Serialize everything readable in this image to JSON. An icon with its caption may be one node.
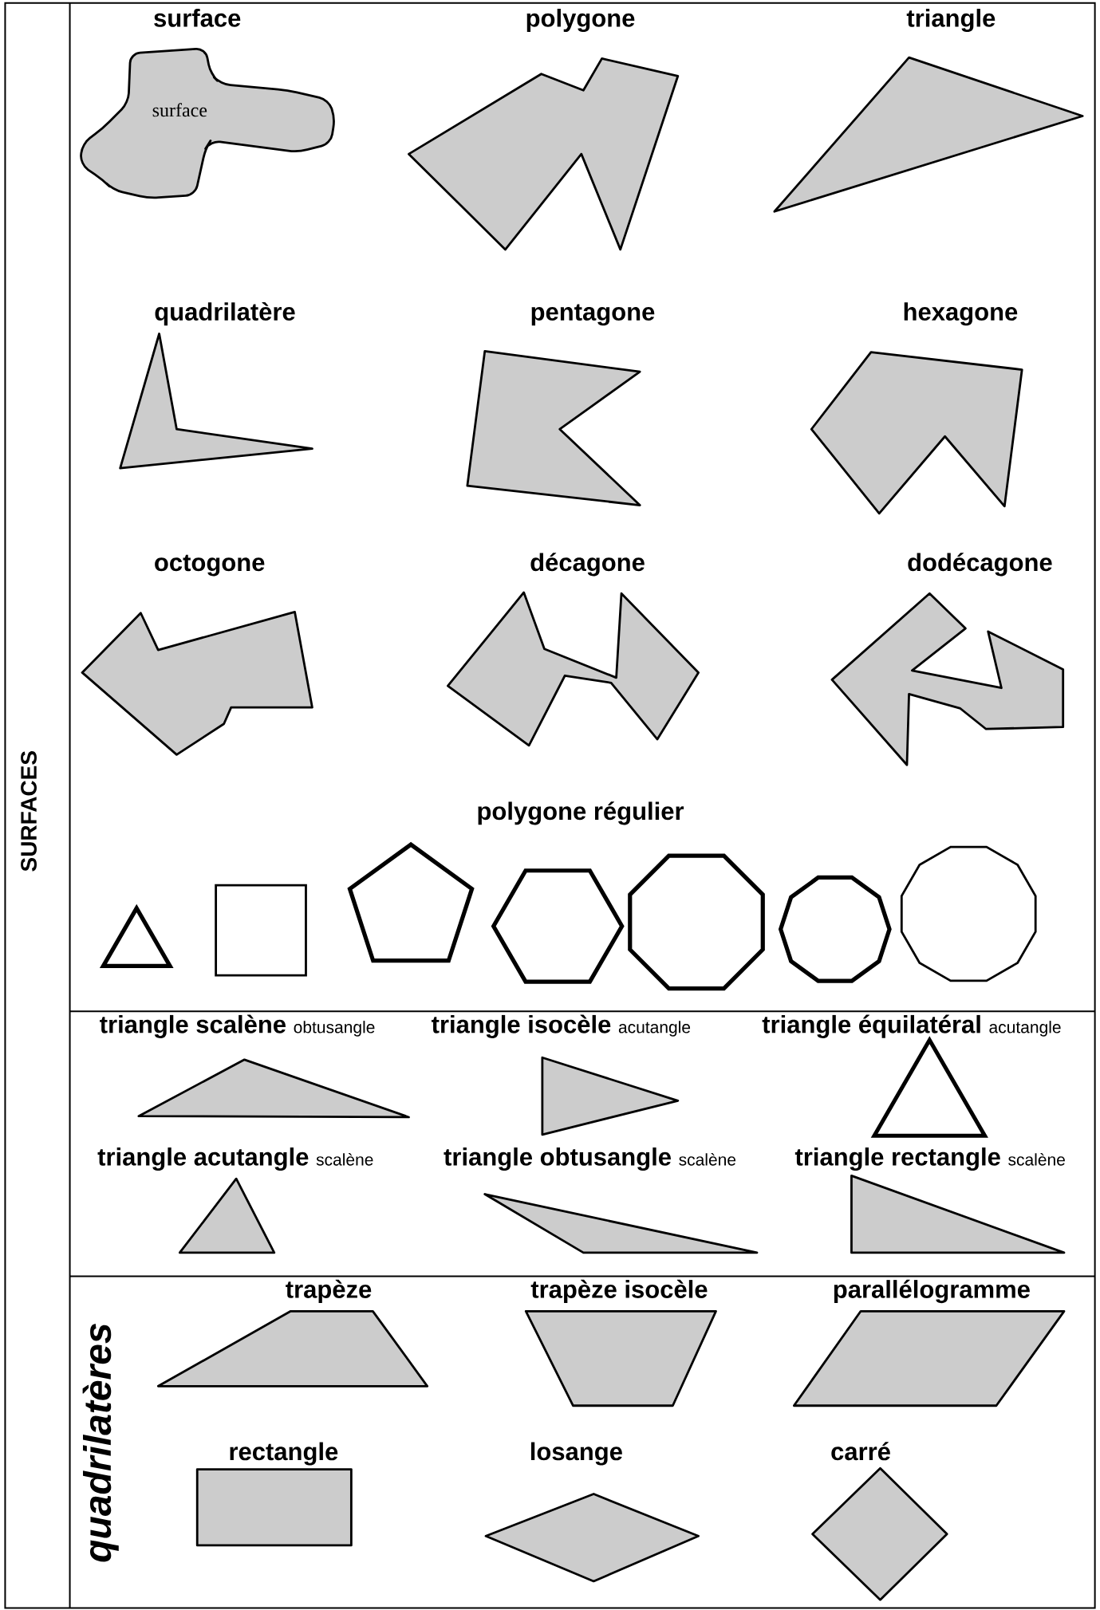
{
  "diagram": {
    "nodes": [
      {
        "text": [
          "surface",
          "surface"
        ]
      },
      {
        "text": [
          "polygone"
        ]
      },
      {
        "text": [
          "triangle"
        ]
      },
      {
        "text": [
          "quadrilatère"
        ]
      },
      {
        "text": [
          "pentagone"
        ]
      },
      {
        "text": [
          "hexagone"
        ]
      },
      {
        "text": [
          "octogone"
        ]
      },
      {
        "text": [
          "décagone"
        ]
      },
      {
        "text": [
          "dodécagone"
        ]
      },
      {
        "text": [],
        "shape": "triangle"
      },
      {
        "text": [],
        "shape": "square"
      },
      {
        "text": [],
        "shape": "pentagon"
      },
      {
        "text": [],
        "shape": "hexagon"
      },
      {
        "text": [],
        "shape": "octagon"
      },
      {
        "text": [],
        "shape": "decagon"
      },
      {
        "text": [],
        "shape": "dodecagon"
      },
      {
        "text": [
          "triangle scalène",
          "obtusangle"
        ]
      },
      {
        "text": [
          "triangle isocèle",
          "acutangle"
        ]
      },
      {
        "text": [
          "triangle équilatéral",
          "acutangle"
        ]
      },
      {
        "text": [
          "triangle acutangle",
          "scalène"
        ]
      },
      {
        "text": [
          "triangle obtusangle",
          "scalène"
        ]
      },
      {
        "text": [
          "triangle rectangle",
          "scalène"
        ]
      },
      {
        "text": [
          "trapèze"
        ]
      },
      {
        "text": [
          "trapèze isocèle"
        ]
      },
      {
        "text": [
          "parallélogramme"
        ]
      },
      {
        "text": [
          "rectangle"
        ]
      },
      {
        "text": [
          "losange"
        ]
      },
      {
        "text": [
          "carré"
        ]
      }
    ],
    "edges": [],
    "labels": [
      "SURFACES",
      "polygone régulier",
      "quadrilatères"
    ]
  }
}
